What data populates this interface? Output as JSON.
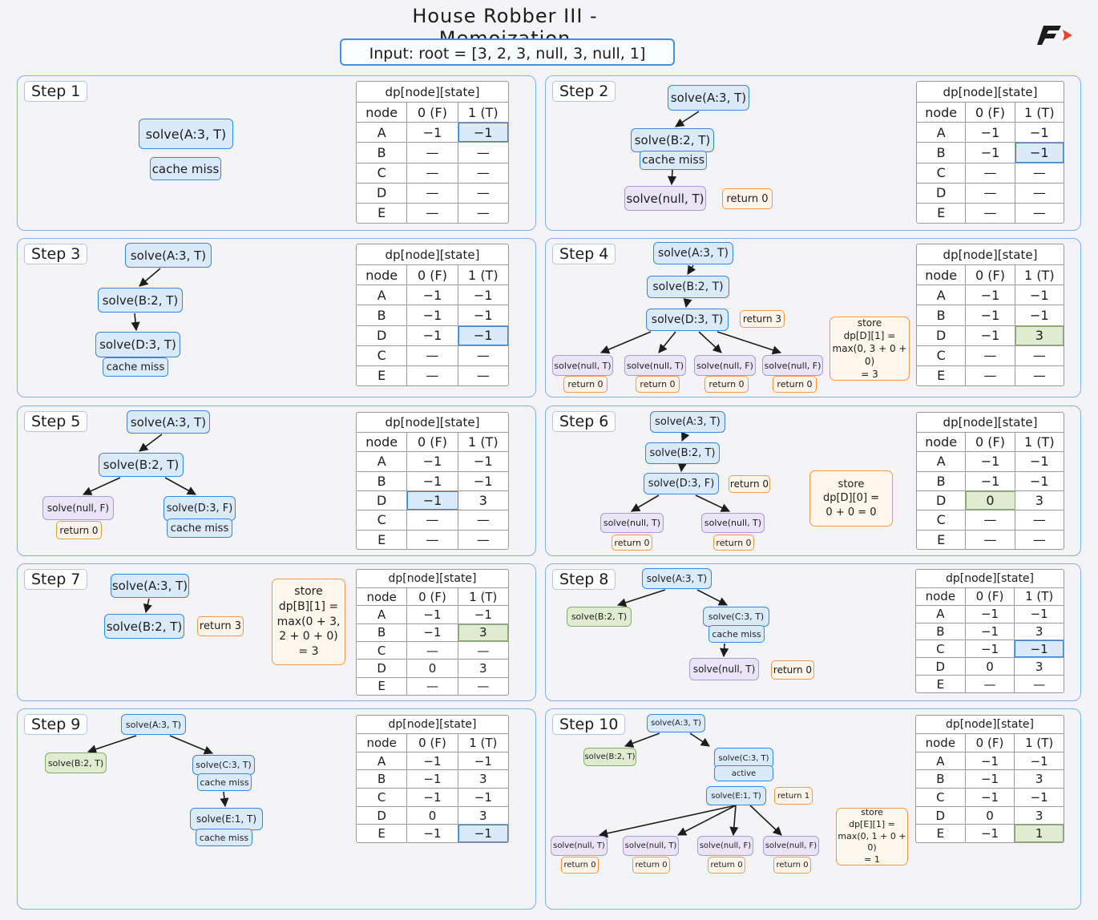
{
  "title": "House Robber III - Memoization",
  "input_label": "Input:  root = [3, 2, 3, null, 3, null, 1]",
  "dp_caption": "dp[node][state]",
  "dp_headers": [
    "node",
    "0 (F)",
    "1 (T)"
  ],
  "colors": {
    "accent_blue": "#3a86d6",
    "node_fill": "#dbeaf9",
    "null_fill": "#e9e4f6",
    "done_fill": "#dfeccf",
    "note_orange": "#ef9a4a",
    "title_underline": "#f2a15a",
    "logo_red": "#e8432f"
  },
  "steps": [
    {
      "label": "Step 1",
      "nodes": [
        {
          "text": "solve(A:3, T)",
          "kind": "blue"
        }
      ],
      "tags": [
        {
          "text": "cache miss",
          "kind": "blue"
        }
      ],
      "table": [
        [
          "A",
          "−1",
          "−1"
        ],
        [
          "B",
          "—",
          "—"
        ],
        [
          "C",
          "—",
          "—"
        ],
        [
          "D",
          "—",
          "—"
        ],
        [
          "E",
          "—",
          "—"
        ]
      ]
    },
    {
      "label": "Step 2",
      "nodes": [
        {
          "text": "solve(A:3, T)",
          "kind": "blue"
        },
        {
          "text": "solve(B:2, T)",
          "kind": "blue"
        },
        {
          "text": "solve(null, T)",
          "kind": "purple"
        }
      ],
      "tags": [
        {
          "text": "cache miss",
          "kind": "blue"
        },
        {
          "text": "return 0",
          "kind": "orange"
        }
      ],
      "table": [
        [
          "A",
          "−1",
          "−1"
        ],
        [
          "B",
          "−1",
          "−1"
        ],
        [
          "C",
          "—",
          "—"
        ],
        [
          "D",
          "—",
          "—"
        ],
        [
          "E",
          "—",
          "—"
        ]
      ]
    },
    {
      "label": "Step 3",
      "nodes": [
        {
          "text": "solve(A:3, T)",
          "kind": "blue"
        },
        {
          "text": "solve(B:2, T)",
          "kind": "blue"
        },
        {
          "text": "solve(D:3, T)",
          "kind": "blue"
        }
      ],
      "tags": [
        {
          "text": "cache miss",
          "kind": "blue"
        }
      ],
      "table": [
        [
          "A",
          "−1",
          "−1"
        ],
        [
          "B",
          "−1",
          "−1"
        ],
        [
          "D",
          "−1",
          "−1"
        ],
        [
          "C",
          "—",
          "—"
        ],
        [
          "E",
          "—",
          "—"
        ]
      ]
    },
    {
      "label": "Step 4",
      "nodes": [
        {
          "text": "solve(A:3, T)",
          "kind": "blue"
        },
        {
          "text": "solve(B:2, T)",
          "kind": "blue"
        },
        {
          "text": "solve(D:3, T)",
          "kind": "blue"
        },
        {
          "text": "solve(null, T)",
          "kind": "purple"
        },
        {
          "text": "solve(null, T)",
          "kind": "purple"
        },
        {
          "text": "solve(null, F)",
          "kind": "purple"
        },
        {
          "text": "solve(null, F)",
          "kind": "purple"
        }
      ],
      "tags": [
        {
          "text": "return 3",
          "kind": "orange"
        },
        {
          "text": "return 0",
          "kind": "orange"
        },
        {
          "text": "return 0",
          "kind": "orange"
        },
        {
          "text": "return 0",
          "kind": "orange"
        },
        {
          "text": "return 0",
          "kind": "orange"
        }
      ],
      "note": [
        "store",
        "dp[D][1] =",
        "max(0, 3 + 0 + 0)",
        "= 3"
      ],
      "table": [
        [
          "A",
          "−1",
          "−1"
        ],
        [
          "B",
          "−1",
          "−1"
        ],
        [
          "D",
          "−1",
          "3"
        ],
        [
          "C",
          "—",
          "—"
        ],
        [
          "E",
          "—",
          "—"
        ]
      ]
    },
    {
      "label": "Step 5",
      "nodes": [
        {
          "text": "solve(A:3, T)",
          "kind": "blue"
        },
        {
          "text": "solve(B:2, T)",
          "kind": "blue"
        },
        {
          "text": "solve(null, F)",
          "kind": "purple"
        },
        {
          "text": "solve(D:3, F)",
          "kind": "blue"
        }
      ],
      "tags": [
        {
          "text": "return 0",
          "kind": "orange"
        },
        {
          "text": "cache miss",
          "kind": "blue"
        }
      ],
      "table": [
        [
          "A",
          "−1",
          "−1"
        ],
        [
          "B",
          "−1",
          "−1"
        ],
        [
          "D",
          "−1",
          "3"
        ],
        [
          "C",
          "—",
          "—"
        ],
        [
          "E",
          "—",
          "—"
        ]
      ]
    },
    {
      "label": "Step 6",
      "nodes": [
        {
          "text": "solve(A:3, T)",
          "kind": "blue"
        },
        {
          "text": "solve(B:2, T)",
          "kind": "blue"
        },
        {
          "text": "solve(D:3, F)",
          "kind": "blue"
        },
        {
          "text": "solve(null, T)",
          "kind": "purple"
        },
        {
          "text": "solve(null, T)",
          "kind": "purple"
        }
      ],
      "tags": [
        {
          "text": "return 0",
          "kind": "orange"
        },
        {
          "text": "return 0",
          "kind": "orange"
        },
        {
          "text": "return 0",
          "kind": "orange"
        }
      ],
      "note": [
        "store",
        "dp[D][0] =",
        "0 + 0 = 0"
      ],
      "table": [
        [
          "A",
          "−1",
          "−1"
        ],
        [
          "B",
          "−1",
          "−1"
        ],
        [
          "D",
          "0",
          "3"
        ],
        [
          "C",
          "—",
          "—"
        ],
        [
          "E",
          "—",
          "—"
        ]
      ]
    },
    {
      "label": "Step 7",
      "nodes": [
        {
          "text": "solve(A:3, T)",
          "kind": "blue"
        },
        {
          "text": "solve(B:2, T)",
          "kind": "blue"
        }
      ],
      "tags": [
        {
          "text": "return 3",
          "kind": "orange"
        }
      ],
      "note": [
        "store",
        "dp[B][1] =",
        "max(0 + 3,",
        "2 + 0 + 0)",
        "= 3"
      ],
      "table": [
        [
          "A",
          "−1",
          "−1"
        ],
        [
          "B",
          "−1",
          "3"
        ],
        [
          "C",
          "—",
          "—"
        ],
        [
          "D",
          "0",
          "3"
        ],
        [
          "E",
          "—",
          "—"
        ]
      ]
    },
    {
      "label": "Step 8",
      "nodes": [
        {
          "text": "solve(A:3, T)",
          "kind": "blue"
        },
        {
          "text": "solve(B:2, T)",
          "kind": "green"
        },
        {
          "text": "solve(C:3, T)",
          "kind": "blue"
        },
        {
          "text": "solve(null, T)",
          "kind": "purple"
        }
      ],
      "tags": [
        {
          "text": "cache miss",
          "kind": "blue"
        },
        {
          "text": "return 0",
          "kind": "orange"
        }
      ],
      "table": [
        [
          "A",
          "−1",
          "−1"
        ],
        [
          "B",
          "−1",
          "3"
        ],
        [
          "C",
          "−1",
          "−1"
        ],
        [
          "D",
          "0",
          "3"
        ],
        [
          "E",
          "—",
          "—"
        ]
      ]
    },
    {
      "label": "Step 9",
      "nodes": [
        {
          "text": "solve(A:3, T)",
          "kind": "blue"
        },
        {
          "text": "solve(B:2, T)",
          "kind": "green"
        },
        {
          "text": "solve(C:3, T)",
          "kind": "blue"
        },
        {
          "text": "solve(E:1, T)",
          "kind": "blue"
        }
      ],
      "tags": [
        {
          "text": "cache miss",
          "kind": "blue"
        },
        {
          "text": "cache miss",
          "kind": "blue"
        }
      ],
      "table": [
        [
          "A",
          "−1",
          "−1"
        ],
        [
          "B",
          "−1",
          "3"
        ],
        [
          "C",
          "−1",
          "−1"
        ],
        [
          "D",
          "0",
          "3"
        ],
        [
          "E",
          "−1",
          "−1"
        ]
      ]
    },
    {
      "label": "Step 10",
      "nodes": [
        {
          "text": "solve(A:3, T)",
          "kind": "blue"
        },
        {
          "text": "solve(B:2, T)",
          "kind": "green"
        },
        {
          "text": "solve(C:3, T)",
          "kind": "blue"
        },
        {
          "text": "solve(E:1, T)",
          "kind": "blue"
        },
        {
          "text": "solve(null, T)",
          "kind": "purple"
        },
        {
          "text": "solve(null, T)",
          "kind": "purple"
        },
        {
          "text": "solve(null, F)",
          "kind": "purple"
        },
        {
          "text": "solve(null, F)",
          "kind": "purple"
        }
      ],
      "tags": [
        {
          "text": "active",
          "kind": "blue"
        },
        {
          "text": "return 1",
          "kind": "orange"
        },
        {
          "text": "return 0",
          "kind": "orange"
        },
        {
          "text": "return 0",
          "kind": "orange"
        },
        {
          "text": "return 0",
          "kind": "orange"
        },
        {
          "text": "return 0",
          "kind": "orange"
        }
      ],
      "note": [
        "store",
        "dp[E][1] =",
        "max(0, 1 + 0 + 0)",
        "= 1"
      ],
      "table": [
        [
          "A",
          "−1",
          "−1"
        ],
        [
          "B",
          "−1",
          "3"
        ],
        [
          "C",
          "−1",
          "−1"
        ],
        [
          "D",
          "0",
          "3"
        ],
        [
          "E",
          "−1",
          "1"
        ]
      ]
    }
  ]
}
